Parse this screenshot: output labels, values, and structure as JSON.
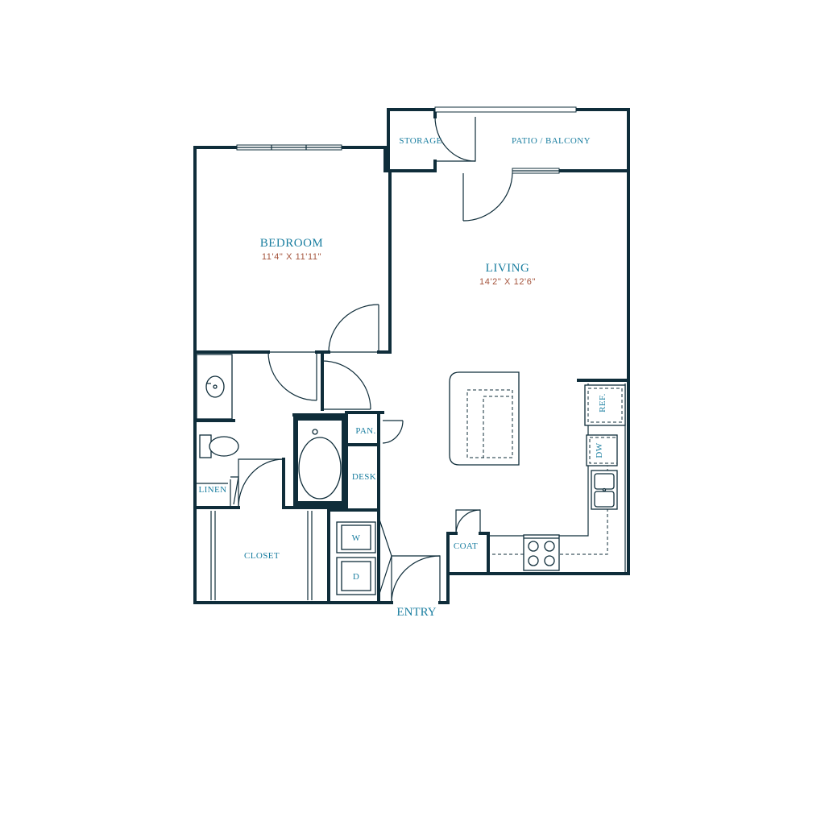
{
  "rooms": {
    "bedroom": {
      "name": "BEDROOM",
      "dimensions": "11'4\" X 11'11\""
    },
    "living": {
      "name": "LIVING",
      "dimensions": "14'2\" X 12'6\""
    },
    "storage": "STORAGE",
    "patio": "PATIO / BALCONY",
    "linen": "LINEN",
    "closet": "CLOSET",
    "pantry": "PAN.",
    "desk": "DESK",
    "coat": "COAT",
    "washer": "W",
    "dryer": "D",
    "refrigerator": "REF.",
    "dishwasher": "DW"
  },
  "entry": "ENTRY",
  "colors": {
    "wall": "#0f2d3a",
    "room_label": "#1a7ea0",
    "dimension_label": "#a4533b"
  }
}
